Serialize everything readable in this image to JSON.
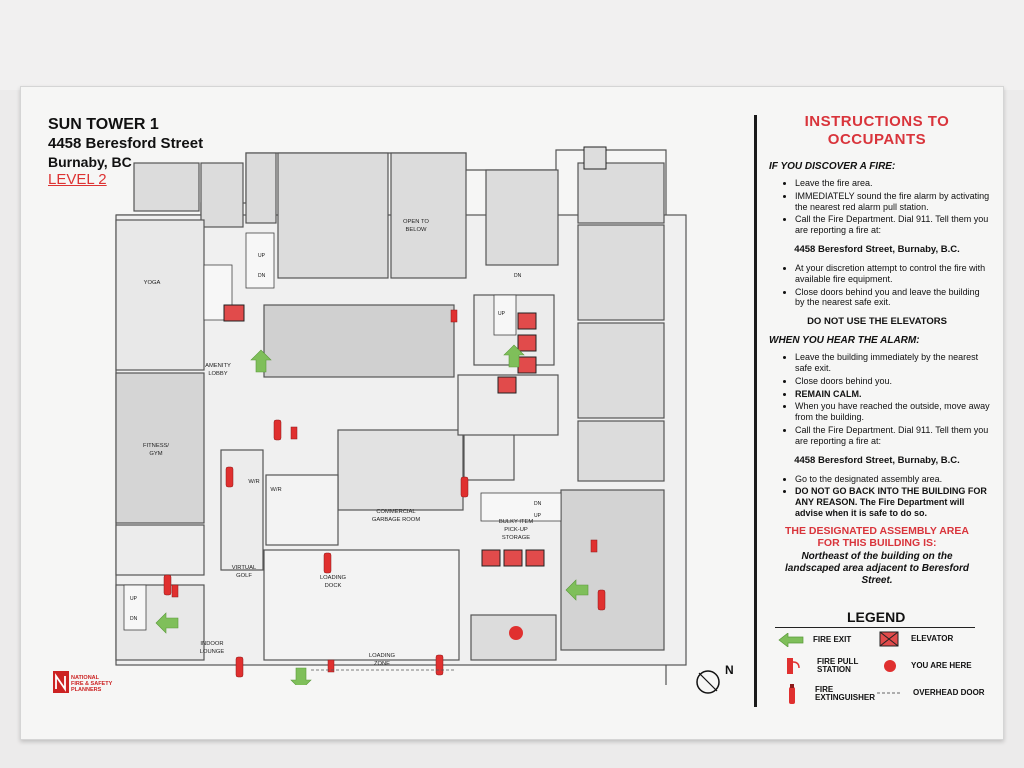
{
  "header": {
    "building": "SUN TOWER 1",
    "address": "4458 Beresford Street",
    "city": "Burnaby, BC",
    "level": "LEVEL 2"
  },
  "plan_labels": {
    "open_to_below": [
      "OPEN TO",
      "BELOW"
    ],
    "yoga": "YOGA",
    "amenity_lobby": [
      "AMENITY",
      "LOBBY"
    ],
    "fitness_gym": [
      "FITNESS/",
      "GYM"
    ],
    "wr1": "W/R",
    "wr2": "W/R",
    "commercial_garbage": [
      "COMMERCIAL",
      "GARBAGE ROOM"
    ],
    "bulky_item": [
      "BULKY ITEM",
      "PICK-UP",
      "STORAGE"
    ],
    "virtual_golf": [
      "VIRTUAL",
      "GOLF"
    ],
    "loading_dock": [
      "LOADING",
      "DOCK"
    ],
    "indoor_lounge": [
      "INDOOR",
      "LOUNGE"
    ],
    "loading_zone": [
      "LOADING",
      "ZONE"
    ],
    "stair_up": "UP",
    "stair_dn": "DN"
  },
  "instructions": {
    "title_line1": "INSTRUCTIONS TO",
    "title_line2": "OCCUPANTS",
    "discover_heading": "IF YOU DISCOVER A FIRE:",
    "discover_items": [
      "Leave the fire area.",
      "IMMEDIATELY sound the fire alarm by activating the nearest red alarm pull station.",
      "Call the Fire Department.  Dial 911.  Tell them you are reporting a fire at:"
    ],
    "address_line": "4458 Beresford Street, Burnaby, B.C.",
    "discretion_items": [
      "At your discretion attempt to control the fire with available fire equipment.",
      "Close doors behind you and leave the building by the nearest safe exit."
    ],
    "no_elevators": "DO NOT USE THE ELEVATORS",
    "alarm_heading": "WHEN YOU HEAR THE ALARM:",
    "alarm_items": [
      "Leave the building immediately by the nearest safe exit.",
      "Close doors behind you.",
      "REMAIN CALM.",
      "When you have reached the outside, move away from the building.",
      "Call the Fire Department.  Dial 911.  Tell them you are reporting a fire at:"
    ],
    "address_line_2": "4458 Beresford Street, Burnaby, B.C.",
    "final_items": [
      "Go to the designated assembly area.",
      "DO NOT GO BACK INTO THE BUILDING FOR ANY REASON.  The Fire Department will advise when it is safe to do so."
    ],
    "assembly_heading_1": "THE DESIGNATED ASSEMBLY AREA",
    "assembly_heading_2": "FOR THIS BUILDING IS:",
    "assembly_text_1": "Northeast of the building on the",
    "assembly_text_2": "landscaped area adjacent to Beresford",
    "assembly_text_3": "Street."
  },
  "legend": {
    "title": "LEGEND",
    "fire_exit": "FIRE EXIT",
    "elevator": "ELEVATOR",
    "pull_station_1": "FIRE PULL",
    "pull_station_2": "STATION",
    "you_are_here": "YOU ARE HERE",
    "extinguisher_1": "FIRE",
    "extinguisher_2": "EXTINGUISHER",
    "overhead_door": "OVERHEAD DOOR"
  },
  "logo": {
    "line1": "NATIONAL",
    "line2": "FIRE & SAFETY",
    "line3": "PLANNERS"
  },
  "compass": {
    "north": "N"
  },
  "colors": {
    "red": "#d9343b",
    "exit_green": "#7fbf5a",
    "room_gray": "#d8d8d8",
    "wall": "#555555"
  }
}
